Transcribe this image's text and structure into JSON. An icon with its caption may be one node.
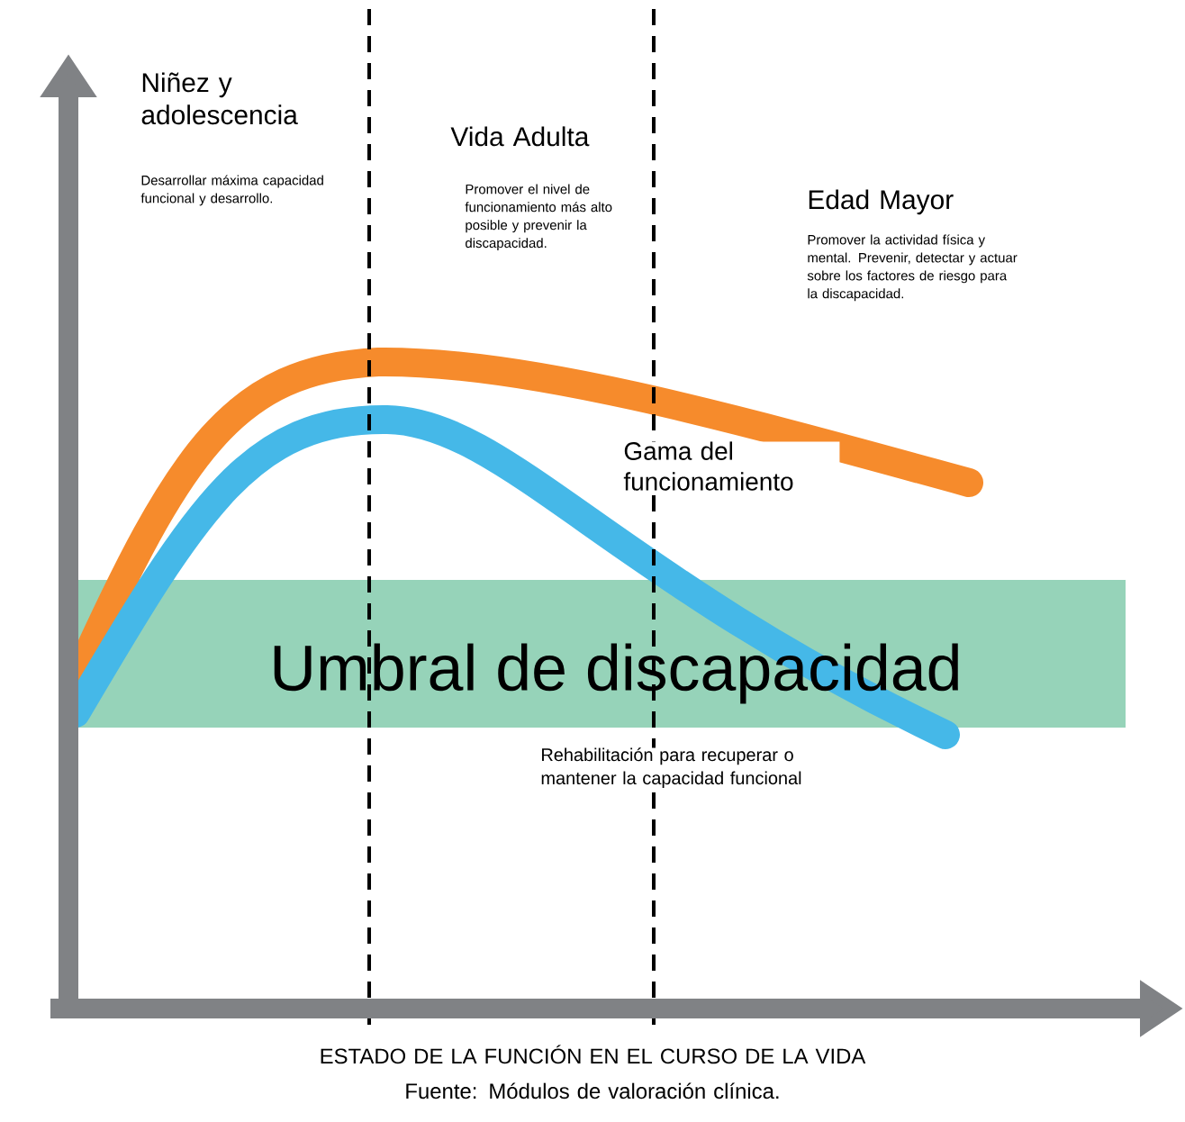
{
  "diagram": {
    "nodes": [
      {
        "text": [
          "Umbral de discapacidad"
        ]
      }
    ],
    "labels": [
      "Niñez y adolescencia",
      "Desarrollar máxima capacidad funcional y desarrollo.",
      "Vida Adulta",
      "Promover el nivel de funcionamiento más alto posible y prevenir la discapacidad.",
      "Edad Mayor",
      "Promover la actividad física y mental. Prevenir, detectar y actuar sobre los factores de riesgo para la discapacidad.",
      "Gama del funcionamiento",
      "Rehabilitación para recuperar o mantener la capacidad funcional",
      "ESTADO DE LA FUNCIÓN EN EL CURSO DE LA VIDA",
      "Fuente: Módulos de valoración clínica."
    ]
  }
}
